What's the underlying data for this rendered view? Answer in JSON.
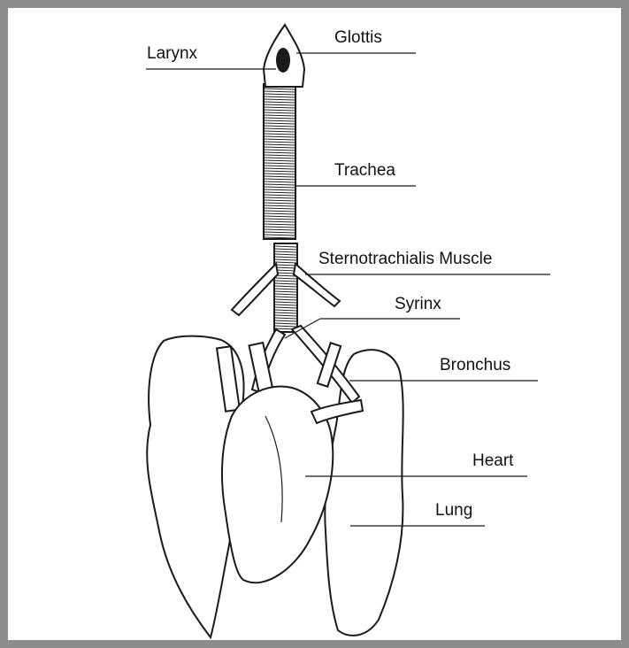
{
  "diagram": {
    "labels": {
      "glottis": "Glottis",
      "larynx": "Larynx",
      "trachea": "Trachea",
      "sternotrachialis": "Sternotrachialis Muscle",
      "syrinx": "Syrinx",
      "bronchus": "Bronchus",
      "heart": "Heart",
      "lung": "Lung"
    }
  }
}
